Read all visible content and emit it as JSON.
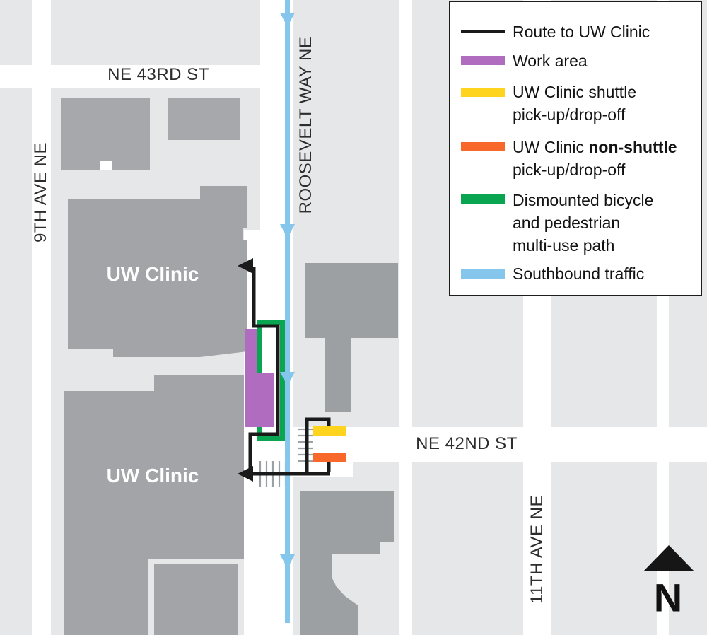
{
  "map": {
    "streets": {
      "ne_43rd": "NE 43RD ST",
      "ne_42nd": "NE 42ND ST",
      "roosevelt": "ROOSEVELT WAY NE",
      "ninth_ave": "9TH AVE NE",
      "eleventh_ave": "11TH AVE NE"
    },
    "buildings": {
      "clinic1": "UW Clinic",
      "clinic2": "UW Clinic"
    },
    "north_marker": "N"
  },
  "legend": {
    "items": [
      {
        "label": "Route to UW Clinic"
      },
      {
        "label": "Work area"
      },
      {
        "line1": "UW Clinic shuttle",
        "line2": "pick-up/drop-off"
      },
      {
        "line1_normal": "UW Clinic ",
        "line1_bold": "non-shuttle",
        "line2": "pick-up/drop-off"
      },
      {
        "line1": "Dismounted bicycle",
        "line2": "and pedestrian",
        "line3": "multi-use path"
      },
      {
        "label": "Southbound traffic"
      }
    ]
  },
  "colors": {
    "route_black": "#1a1a1a",
    "work_area_purple": "#b06cbf",
    "shuttle_yellow": "#ffd41f",
    "non_shuttle_orange": "#f8682a",
    "multi_use_path_green": "#0aa551",
    "southbound_blue": "#85c6ec",
    "building_gray": "#a4a6a9",
    "block_gray": "#e6e7e8"
  }
}
